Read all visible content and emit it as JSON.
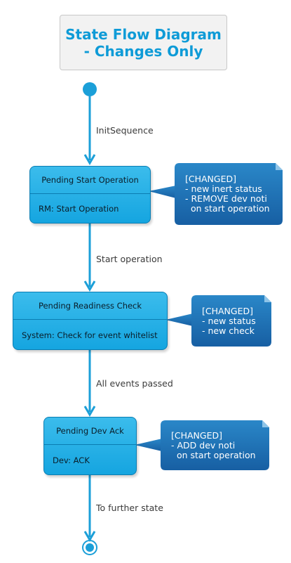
{
  "title": {
    "line1": "State Flow Diagram",
    "line2": "- Changes Only"
  },
  "states": [
    {
      "name": "Pending Start Operation",
      "activity": "RM: Start Operation"
    },
    {
      "name": "Pending Readiness Check",
      "activity": "System: Check for event whitelist"
    },
    {
      "name": "Pending Dev Ack",
      "activity": "Dev: ACK"
    }
  ],
  "transitions": [
    {
      "label": "InitSequence"
    },
    {
      "label": "Start operation"
    },
    {
      "label": "All events passed"
    },
    {
      "label": "To further state"
    }
  ],
  "notes": [
    {
      "lines": [
        "[CHANGED]",
        "- new inert status",
        "- REMOVE dev noti",
        "  on start operation"
      ]
    },
    {
      "lines": [
        "[CHANGED]",
        "- new status",
        "- new check"
      ]
    },
    {
      "lines": [
        "[CHANGED]",
        "- ADD dev noti",
        "  on start operation"
      ]
    }
  ],
  "colors": {
    "state_fill": "#1ea9e3",
    "state_border": "#0b7db2",
    "arrow": "#1b9fd8",
    "note_fill": "#1f7dc0",
    "title_text": "#0e9bd7"
  }
}
